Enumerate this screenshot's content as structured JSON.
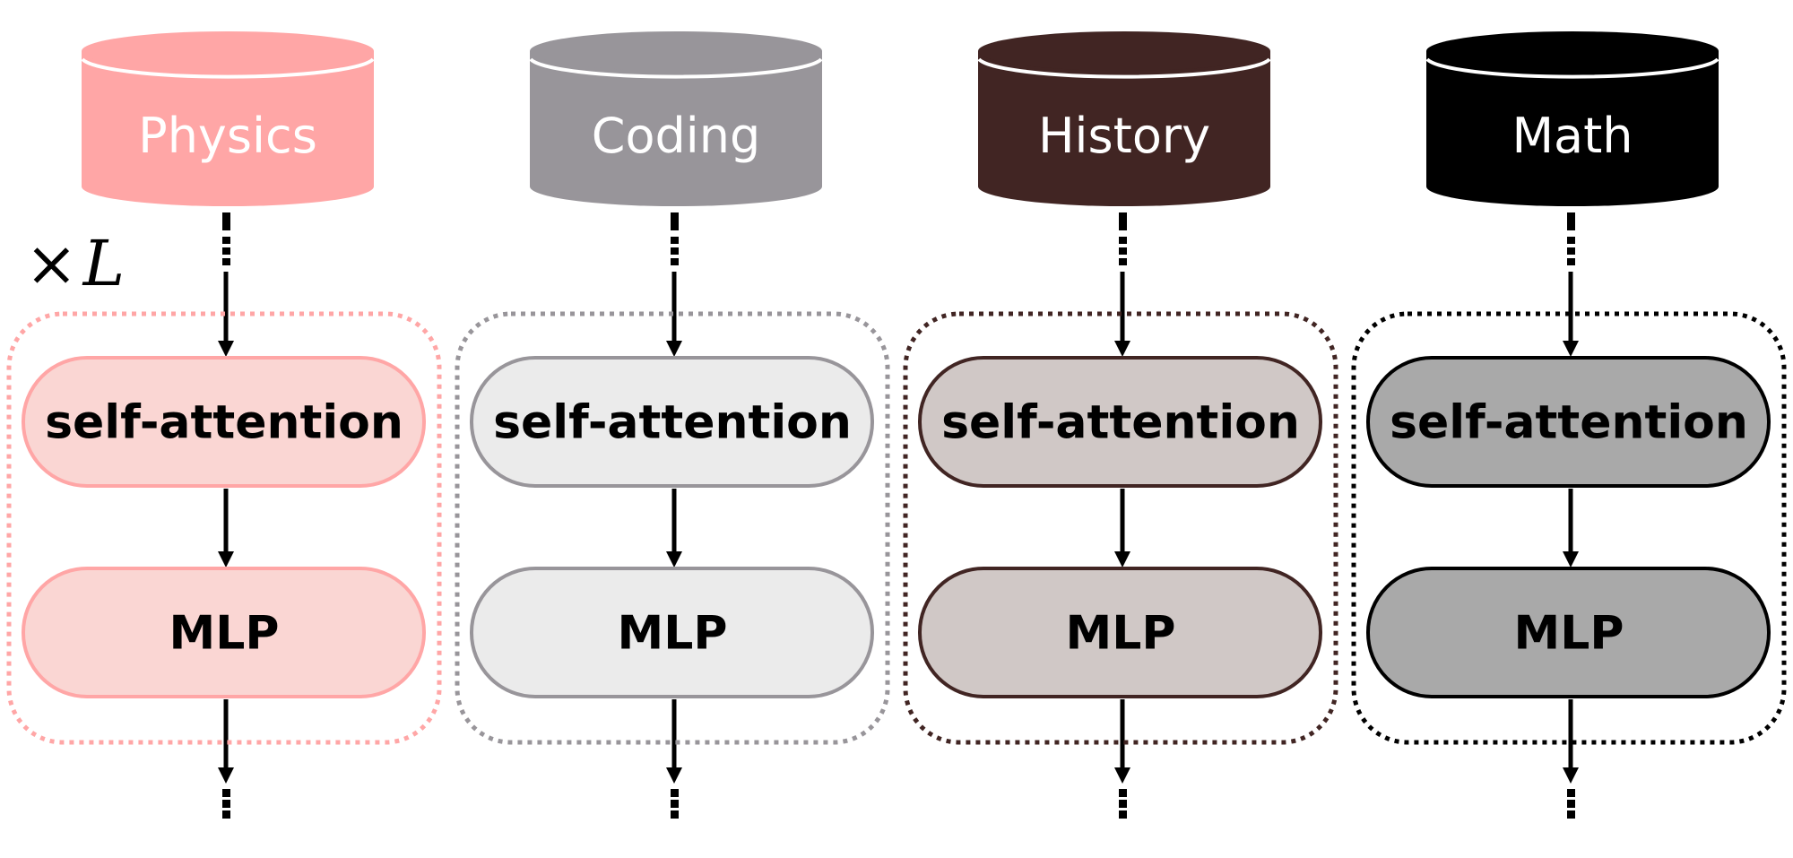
{
  "diagram": {
    "repeat_label": {
      "times": "×",
      "symbol": "L"
    },
    "columns": [
      {
        "domain": "Physics",
        "colors": {
          "cylinder": "#FFA6A6",
          "block_fill": "#FAD6D3",
          "block_stroke": "#FFA6A6",
          "group_border": "#FFA6A6"
        },
        "blocks": [
          {
            "label": "self-attention"
          },
          {
            "label": "MLP"
          }
        ]
      },
      {
        "domain": "Coding",
        "colors": {
          "cylinder": "#98959A",
          "block_fill": "#EBEBEB",
          "block_stroke": "#98959A",
          "group_border": "#98959A"
        },
        "blocks": [
          {
            "label": "self-attention"
          },
          {
            "label": "MLP"
          }
        ]
      },
      {
        "domain": "History",
        "colors": {
          "cylinder": "#412523",
          "block_fill": "#D0C8C6",
          "block_stroke": "#412523",
          "group_border": "#412523"
        },
        "blocks": [
          {
            "label": "self-attention"
          },
          {
            "label": "MLP"
          }
        ]
      },
      {
        "domain": "Math",
        "colors": {
          "cylinder": "#000000",
          "block_fill": "#A9A9A9",
          "block_stroke": "#000000",
          "group_border": "#000000"
        },
        "blocks": [
          {
            "label": "self-attention"
          },
          {
            "label": "MLP"
          }
        ]
      }
    ]
  }
}
